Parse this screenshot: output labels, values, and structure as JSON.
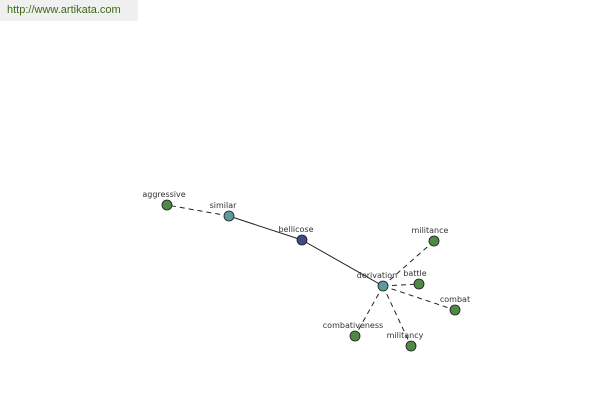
{
  "watermark": {
    "text": "http://www.artikata.com"
  },
  "colors": {
    "center": "#3f4b86",
    "relation": "#5c9ba0",
    "leaf": "#4f8a45",
    "edge": "#222222"
  },
  "graph": {
    "nodes": [
      {
        "id": "bellicose",
        "label": "bellicose",
        "kind": "center"
      },
      {
        "id": "similar",
        "label": "similar",
        "kind": "relation"
      },
      {
        "id": "derivation",
        "label": "derivation",
        "kind": "relation"
      },
      {
        "id": "aggressive",
        "label": "aggressive",
        "kind": "leaf"
      },
      {
        "id": "militance",
        "label": "militance",
        "kind": "leaf"
      },
      {
        "id": "battle",
        "label": "battle",
        "kind": "leaf"
      },
      {
        "id": "combat",
        "label": "combat",
        "kind": "leaf"
      },
      {
        "id": "combativeness",
        "label": "combativeness",
        "kind": "leaf"
      },
      {
        "id": "militancy",
        "label": "militancy",
        "kind": "leaf"
      }
    ],
    "edges": [
      {
        "from": "bellicose",
        "to": "similar",
        "style": "solid"
      },
      {
        "from": "bellicose",
        "to": "derivation",
        "style": "solid"
      },
      {
        "from": "similar",
        "to": "aggressive",
        "style": "dashed"
      },
      {
        "from": "derivation",
        "to": "militance",
        "style": "dashed"
      },
      {
        "from": "derivation",
        "to": "battle",
        "style": "dashed"
      },
      {
        "from": "derivation",
        "to": "combat",
        "style": "dashed"
      },
      {
        "from": "derivation",
        "to": "combativeness",
        "style": "dashed"
      },
      {
        "from": "derivation",
        "to": "militancy",
        "style": "dashed"
      }
    ]
  }
}
